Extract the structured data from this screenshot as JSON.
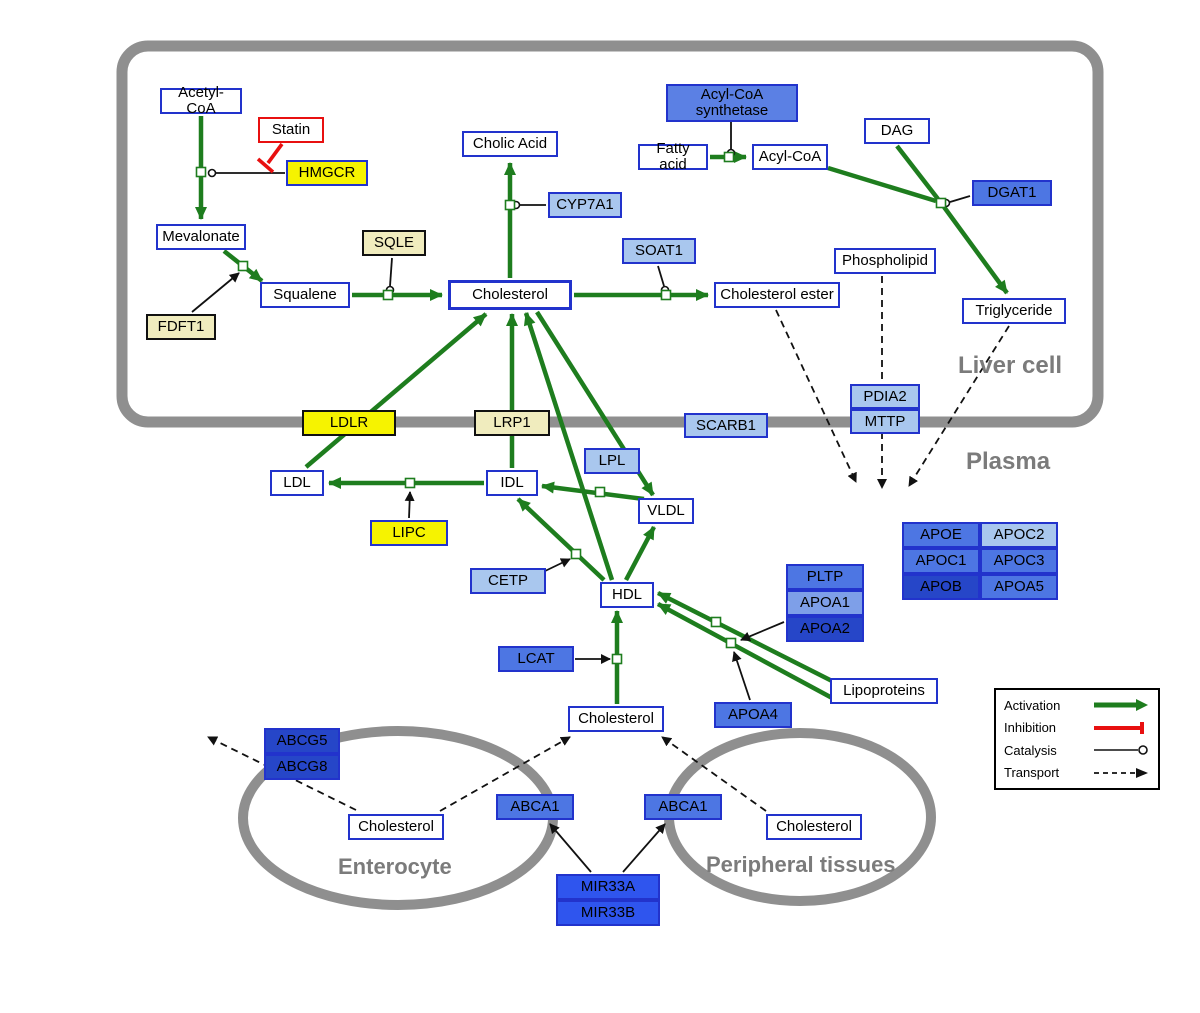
{
  "compartments": {
    "liver": "Liver cell",
    "plasma": "Plasma",
    "enterocyte": "Enterocyte",
    "peripheral": "Peripheral tissues"
  },
  "legend": {
    "activation": "Activation",
    "inhibition": "Inhibition",
    "catalysis": "Catalysis",
    "transport": "Transport"
  },
  "colors": {
    "activation_green": "#1e7d1e",
    "inhibition_red": "#e81010",
    "membrane_gray": "#8f8f8f",
    "node_border_blue": "#2233cc",
    "gene_yellow": "#f6f300",
    "gene_pale_yellow": "#f0ecbe",
    "gene_light_blue": "#a9c7ee",
    "gene_medium_blue": "#4d76e3",
    "gene_dark_blue": "#2646c8",
    "mir_blue": "#2f55ee"
  },
  "nodes": {
    "acetyl_coa": "Acetyl-CoA",
    "statin": "Statin",
    "hmgcr": "HMGCR",
    "mevalonate": "Mevalonate",
    "sqle": "SQLE",
    "fdft1": "FDFT1",
    "squalene": "Squalene",
    "cholesterol_liver": "Cholesterol",
    "cholic_acid": "Cholic Acid",
    "cyp7a1": "CYP7A1",
    "soat1": "SOAT1",
    "cholesterol_ester": "Cholesterol ester",
    "acyl_coa_synthetase": "Acyl-CoA synthetase",
    "fatty_acid": "Fatty acid",
    "acyl_coa": "Acyl-CoA",
    "dag": "DAG",
    "dgat1": "DGAT1",
    "phospholipid": "Phospholipid",
    "triglyceride": "Triglyceride",
    "ldlr": "LDLR",
    "lrp1": "LRP1",
    "scarb1": "SCARB1",
    "pdia2": "PDIA2",
    "mttp": "MTTP",
    "ldl": "LDL",
    "idl": "IDL",
    "lpl": "LPL",
    "vldl": "VLDL",
    "lipc": "LIPC",
    "cetp": "CETP",
    "hdl": "HDL",
    "pltp": "PLTP",
    "apoa1": "APOA1",
    "apoa2": "APOA2",
    "lcat": "LCAT",
    "apoa4": "APOA4",
    "lipoproteins": "Lipoproteins",
    "cholesterol_plasma": "Cholesterol",
    "apoe": "APOE",
    "apoc2": "APOC2",
    "apoc1": "APOC1",
    "apoc3": "APOC3",
    "apob": "APOB",
    "apoa5": "APOA5",
    "abcg5": "ABCG5",
    "abcg8": "ABCG8",
    "cholesterol_enterocyte": "Cholesterol",
    "abca1_enterocyte": "ABCA1",
    "abca1_peripheral": "ABCA1",
    "cholesterol_peripheral": "Cholesterol",
    "mir33a": "MIR33A",
    "mir33b": "MIR33B"
  }
}
